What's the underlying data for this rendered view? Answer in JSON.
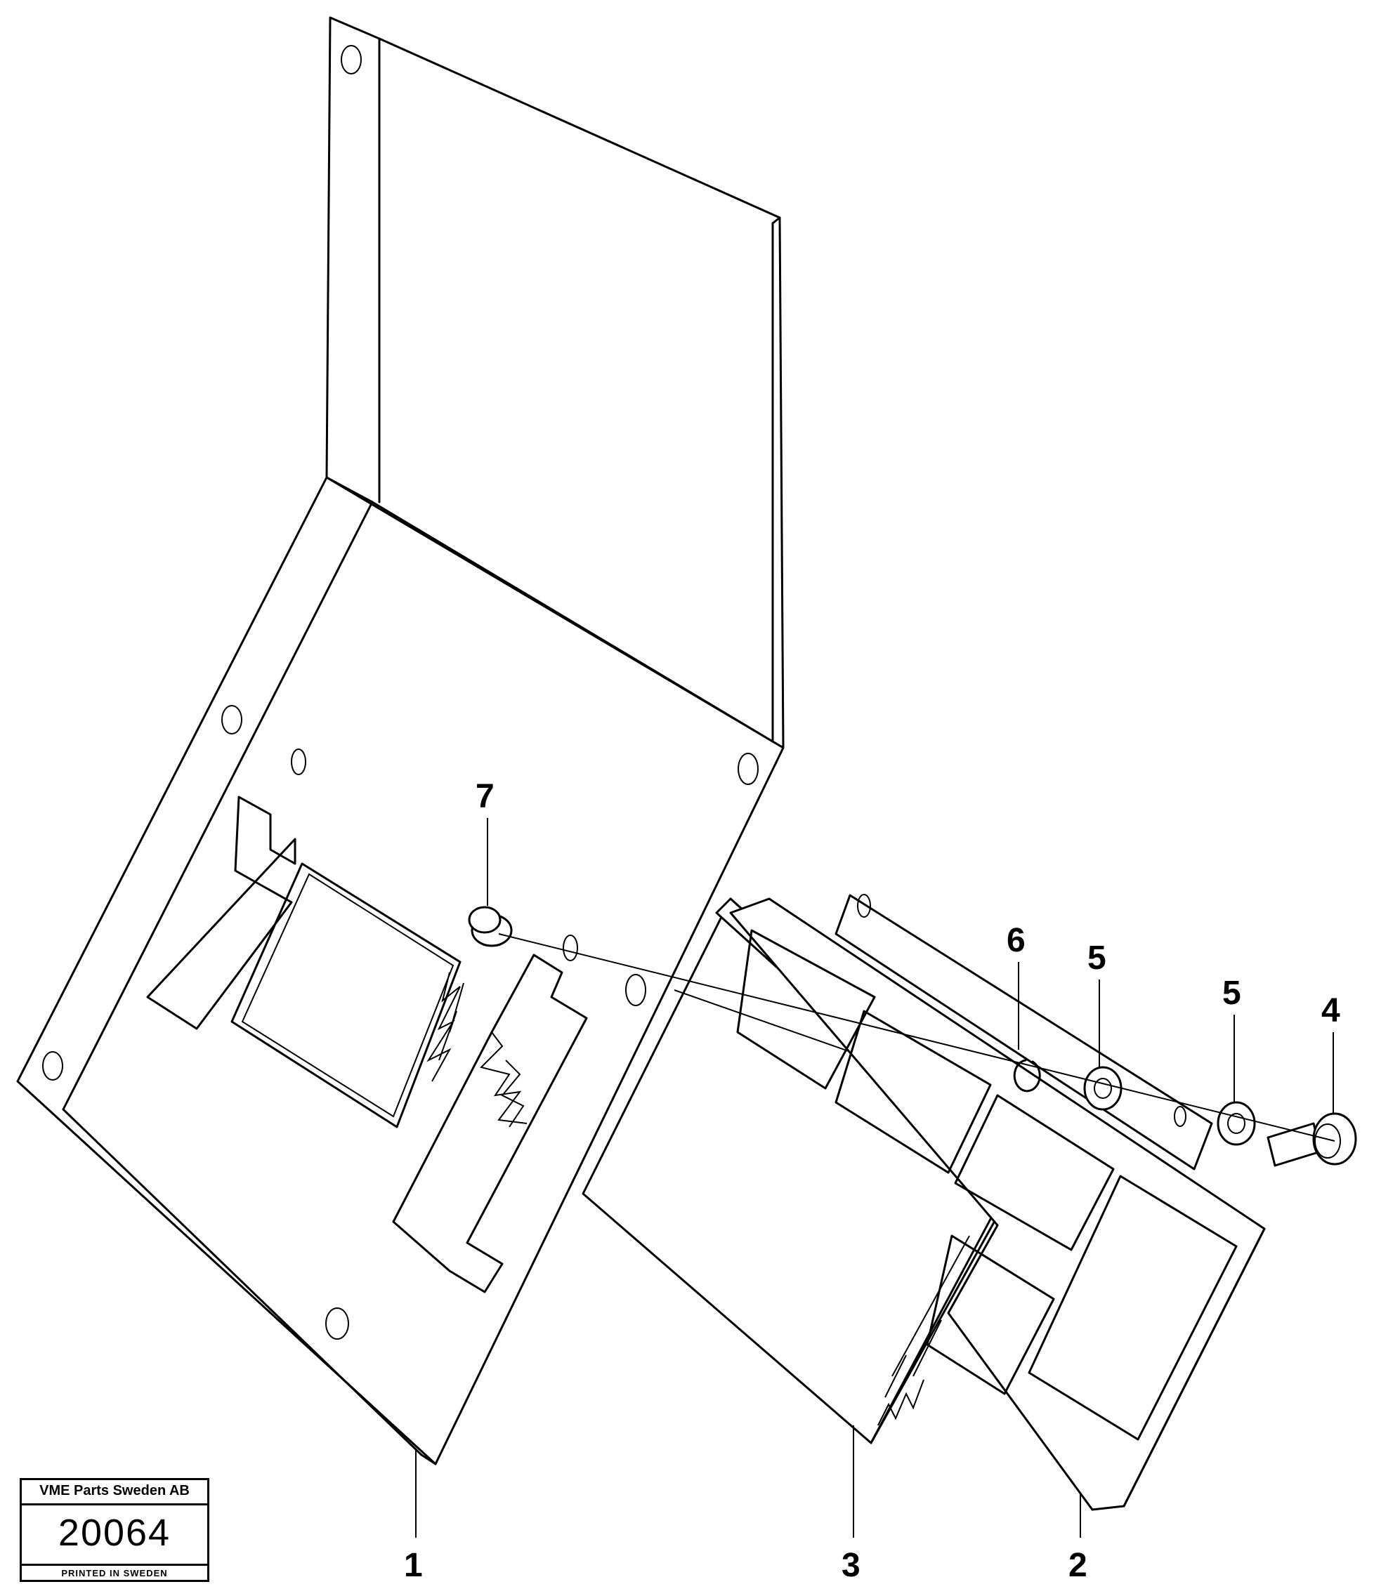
{
  "callouts": {
    "c1": "1",
    "c2": "2",
    "c3": "3",
    "c4": "4",
    "c5a": "5",
    "c5b": "5",
    "c6": "6",
    "c7": "7"
  },
  "stamp": {
    "company": "VME Parts Sweden AB",
    "number": "20064",
    "printed": "PRINTED IN SWEDEN"
  }
}
